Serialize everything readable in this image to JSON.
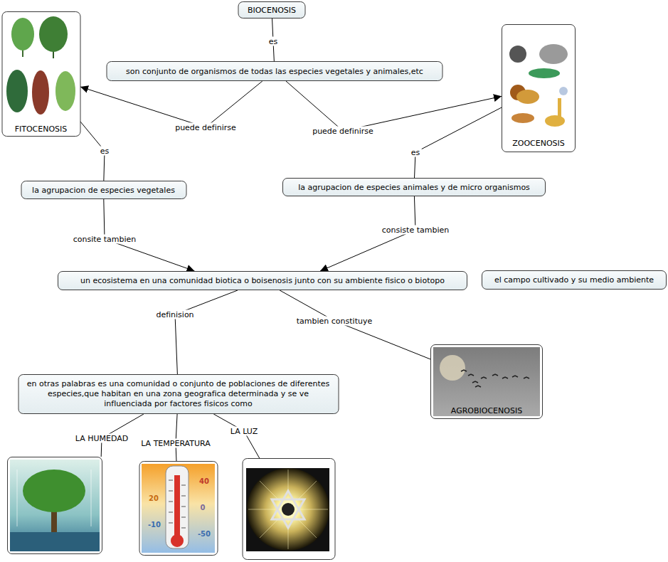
{
  "diagram": {
    "nodes": [
      {
        "text": [
          "BIOCENOSIS"
        ]
      },
      {
        "text": [
          "son conjunto de organismos de todas las especies vegetales y animales,etc"
        ]
      },
      {
        "text": [
          "FITOCENOSIS"
        ]
      },
      {
        "text": [
          "ZOOCENOSIS"
        ]
      },
      {
        "text": [
          "la agrupacion de especies vegetales"
        ]
      },
      {
        "text": [
          "la agrupacion de especies animales y de micro organismos"
        ]
      },
      {
        "text": [
          "un ecosistema en una comunidad biotica o boisenosis junto con su ambiente fisico o biotopo"
        ]
      },
      {
        "text": [
          "el campo cultivado y su medio ambiente"
        ]
      },
      {
        "text": [
          "en otras palabras es una comunidad o conjunto de poblaciones de diferentes especies,que habitan en una zona geografica determinada y se ve influenciada por factores fisicos como"
        ]
      },
      {
        "text": [
          "AGROBIOCENOSIS"
        ]
      },
      {
        "text": []
      },
      {
        "text": []
      },
      {
        "text": []
      }
    ],
    "edges": [
      {
        "from": 0,
        "to": 1,
        "label": "es",
        "arrow": "none"
      },
      {
        "from": 1,
        "to": 2,
        "label": "puede definirse",
        "arrow": "to"
      },
      {
        "from": 1,
        "to": 3,
        "label": "puede definirse",
        "arrow": "to"
      },
      {
        "from": 2,
        "to": 4,
        "label": "es",
        "arrow": "none"
      },
      {
        "from": 3,
        "to": 5,
        "label": "es",
        "arrow": "none"
      },
      {
        "from": 4,
        "to": 6,
        "label": "consite tambien",
        "arrow": "to"
      },
      {
        "from": 5,
        "to": 6,
        "label": "consiste tambien",
        "arrow": "to"
      },
      {
        "from": 6,
        "to": 8,
        "label": "definision",
        "arrow": "none"
      },
      {
        "from": 6,
        "to": 9,
        "label": "tambien constituye",
        "arrow": "none"
      },
      {
        "from": 8,
        "to": 10,
        "label": "LA HUMEDAD",
        "arrow": "none"
      },
      {
        "from": 8,
        "to": 11,
        "label": "LA TEMPERATURA",
        "arrow": "none"
      },
      {
        "from": 8,
        "to": 12,
        "label": "LA LUZ",
        "arrow": "none"
      }
    ],
    "labels": [
      "40",
      "20",
      "0",
      "-10",
      "-50"
    ]
  }
}
